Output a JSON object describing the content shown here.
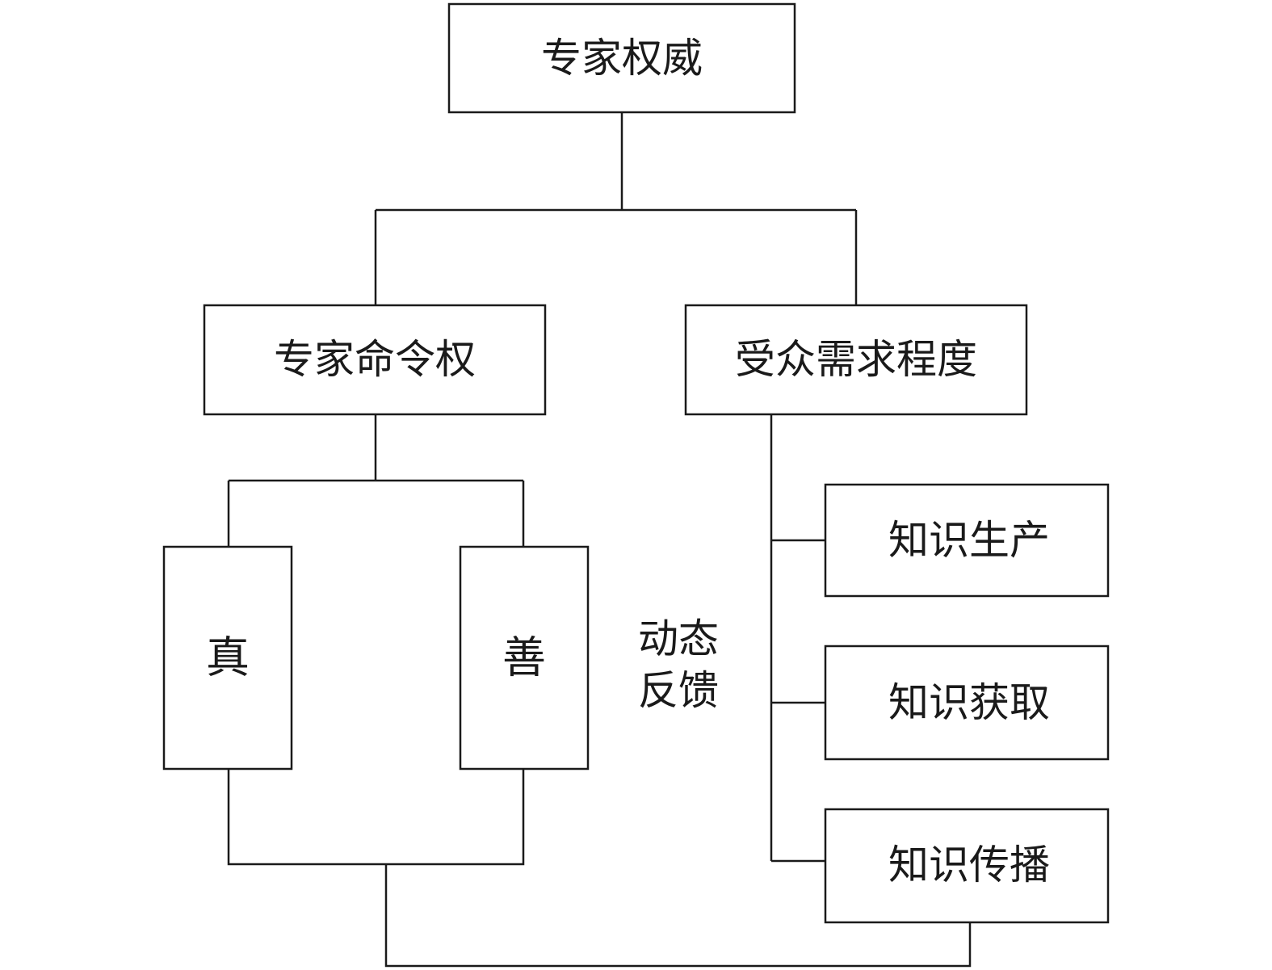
{
  "diagram": {
    "nodes": {
      "expert_authority": "专家权威",
      "expert_command": "专家命令权",
      "audience_demand": "受众需求程度",
      "truth": "真",
      "goodness": "善",
      "knowledge_production": "知识生产",
      "knowledge_acquisition": "知识获取",
      "knowledge_dissemination": "知识传播"
    },
    "feedback_label": {
      "line1": "动态",
      "line2": "反馈"
    },
    "edges": [
      [
        "expert_authority",
        "expert_command"
      ],
      [
        "expert_authority",
        "audience_demand"
      ],
      [
        "expert_command",
        "truth"
      ],
      [
        "expert_command",
        "goodness"
      ],
      [
        "audience_demand",
        "knowledge_production"
      ],
      [
        "audience_demand",
        "knowledge_acquisition"
      ],
      [
        "audience_demand",
        "knowledge_dissemination"
      ],
      [
        "truth",
        "knowledge_dissemination"
      ],
      [
        "goodness",
        "knowledge_dissemination"
      ]
    ]
  }
}
